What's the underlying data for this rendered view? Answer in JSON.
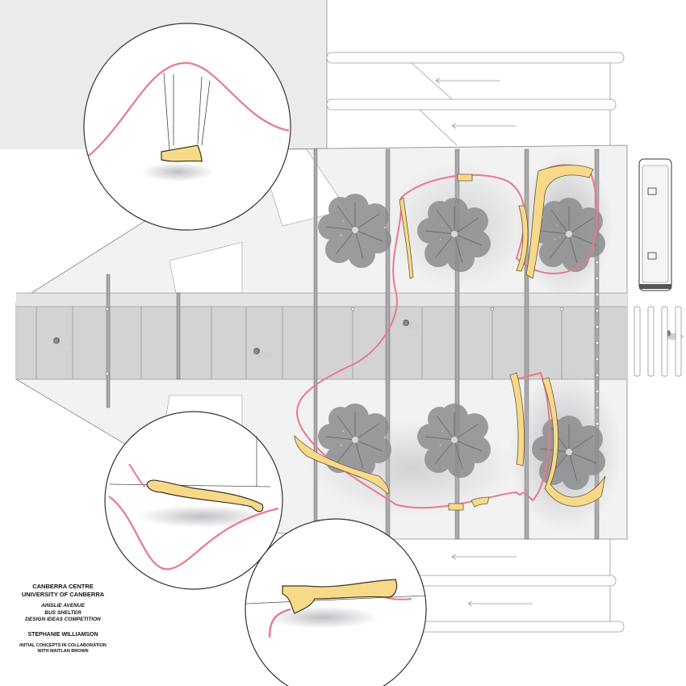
{
  "credits": {
    "line1": "CANBERRA CENTRE",
    "line2": "UNIVERSITY OF CANBERRA",
    "subtitle1": "AINSLIE AVENUE",
    "subtitle2": "BUS SHELTER",
    "subtitle3": "DESIGN IDEAS COMPETITION",
    "author": "STEPHANIE  WILLIAMSON",
    "note1": "INITIAL CONCEPTS IN COLLABORATION",
    "note2": "WITH MAITLAN BROWN"
  },
  "colors": {
    "ribbon": "#e8798f",
    "seat": "#f7d98a",
    "seat_edge": "#6b5a2a",
    "paving": "#e3e3e4",
    "road": "#d2d2d3",
    "tree": "#8d8d8f"
  },
  "icons": [
    "tree-canopy",
    "pedestrian",
    "bus",
    "swing-seat",
    "curved-bench"
  ]
}
